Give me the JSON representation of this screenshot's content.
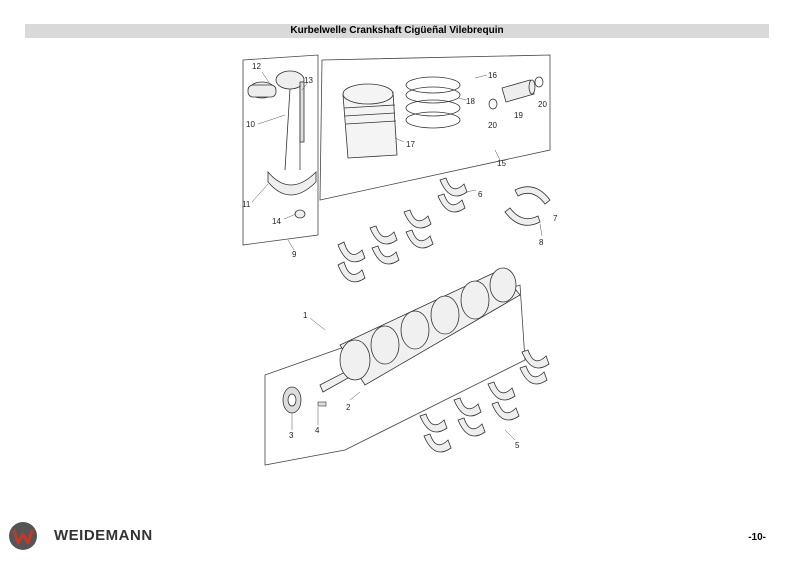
{
  "header": {
    "title": "Kurbelwelle Crankshaft Cigüeñal Vilebrequin"
  },
  "footer": {
    "brand": "WEIDEMANN",
    "page": "-10-"
  },
  "callouts": {
    "c1": "1",
    "c2": "2",
    "c3": "3",
    "c4": "4",
    "c5": "5",
    "c6": "6",
    "c7": "7",
    "c8": "8",
    "c9": "9",
    "c10": "10",
    "c11": "11",
    "c12": "12",
    "c13": "13",
    "c14": "14",
    "c15": "15",
    "c16": "16",
    "c17": "17",
    "c18": "18",
    "c19": "19",
    "c20a": "20",
    "c20b": "20"
  }
}
